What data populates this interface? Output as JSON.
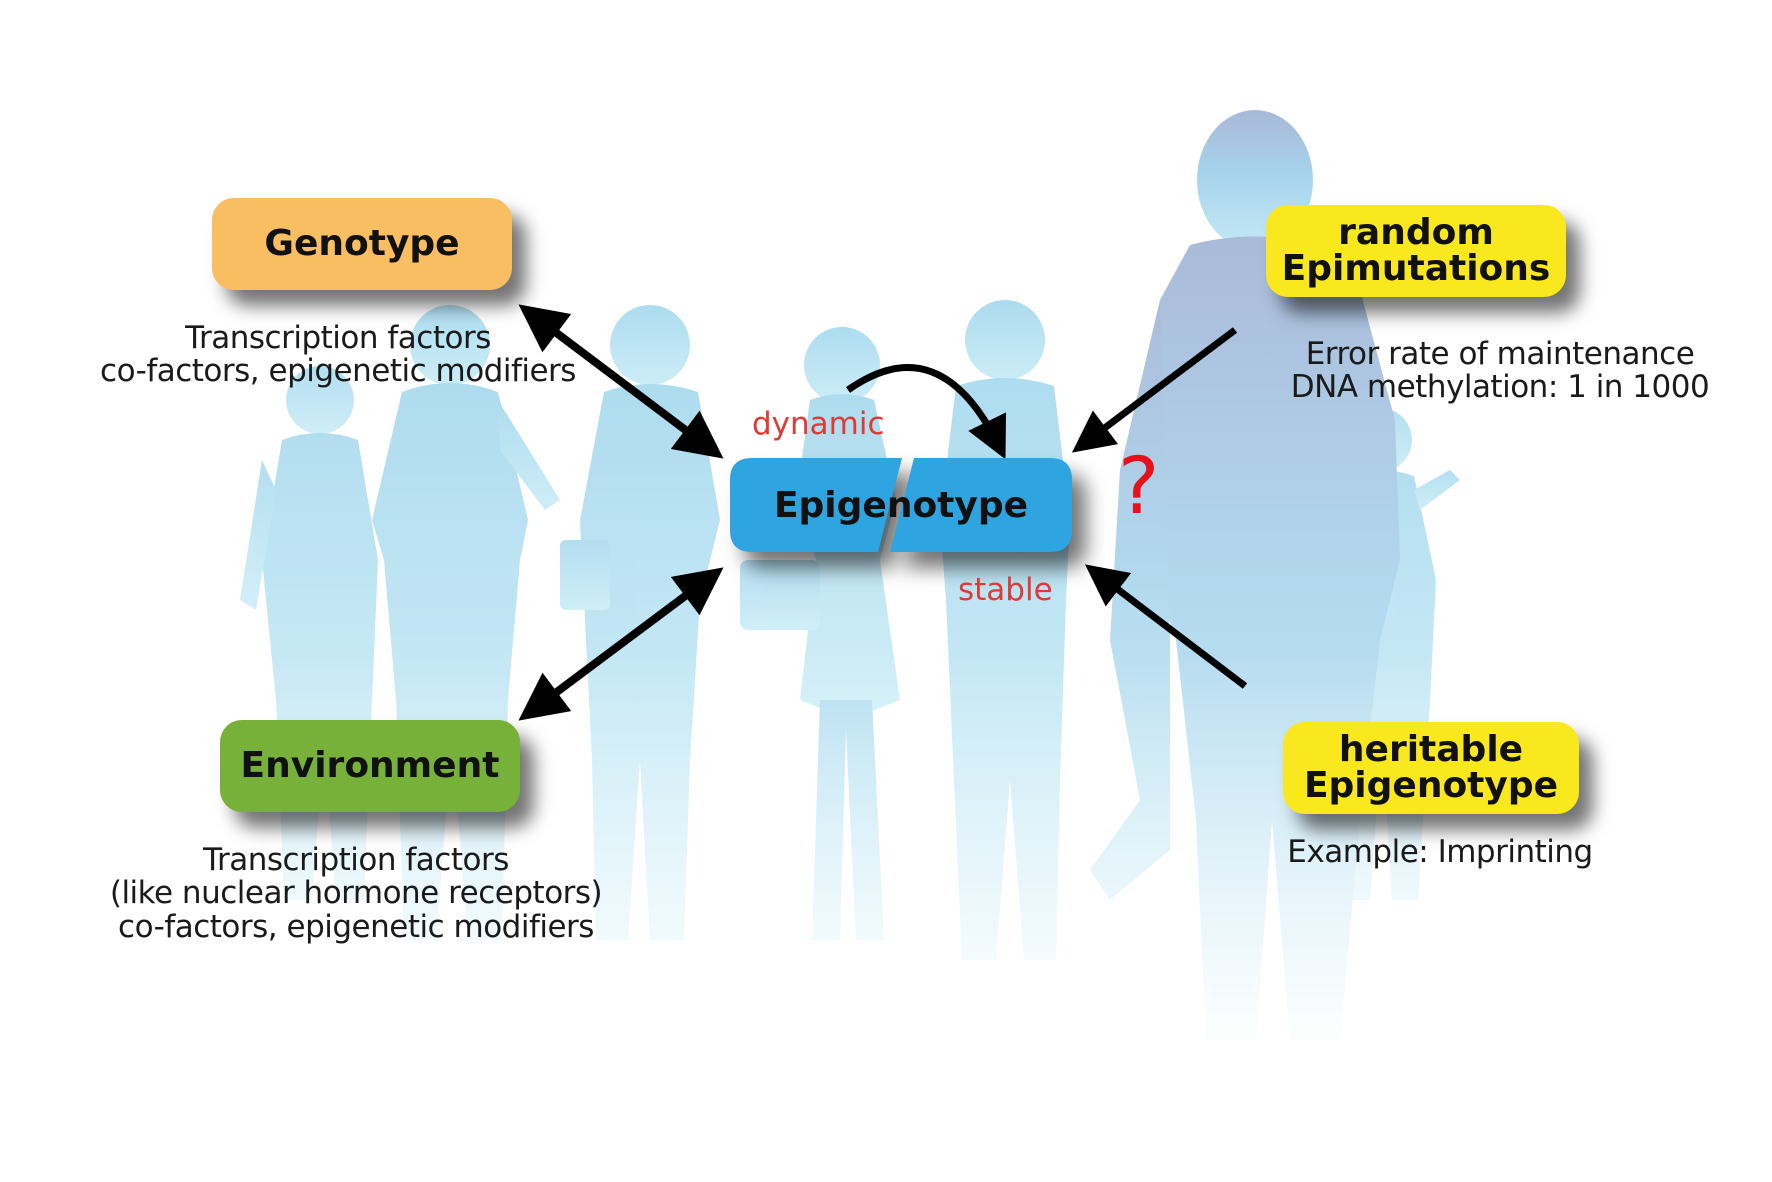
{
  "colors": {
    "genotype": "#f9be62",
    "environment": "#77b13a",
    "epigenotype": "#2ea5e0",
    "yellow": "#f8e81d",
    "red_label": "#e03a36",
    "question": "#e8101a",
    "silhouette": "#a9dff0"
  },
  "nodes": {
    "genotype": {
      "label": "Genotype"
    },
    "environment": {
      "label": "Environment"
    },
    "epigenotype": {
      "label": "Epigenotype"
    },
    "random": {
      "line1": "random",
      "line2": "Epimutations"
    },
    "heritable": {
      "line1": "heritable",
      "line2": "Epigenotype"
    }
  },
  "descriptions": {
    "genotype": [
      "Transcription factors",
      "co-factors, epigenetic modifiers"
    ],
    "environment": [
      "Transcription factors",
      "(like nuclear hormone receptors)",
      "co-factors, epigenetic modifiers"
    ],
    "random": [
      "Error rate of maintenance",
      "DNA methylation: 1 in 1000"
    ],
    "heritable": [
      "Example: Imprinting"
    ]
  },
  "labels": {
    "dynamic": "dynamic",
    "stable": "stable",
    "question": "?"
  },
  "icons": {
    "background": "people-silhouettes-icon"
  }
}
